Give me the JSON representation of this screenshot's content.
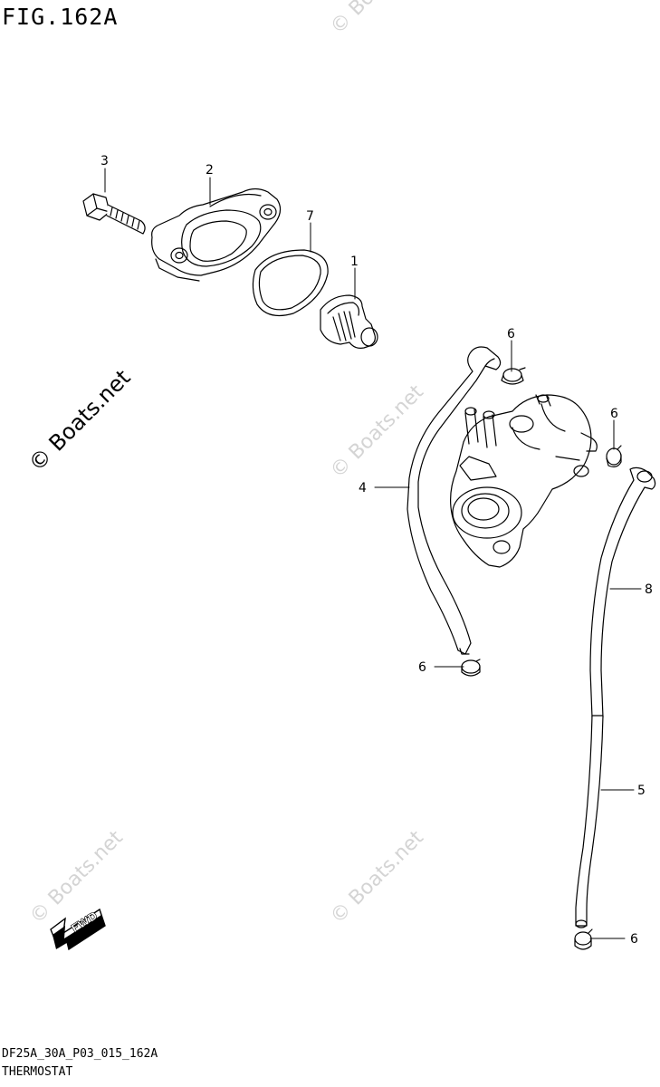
{
  "figure": {
    "title": "FIG.162A",
    "code": "DF25A_30A_P03_015_162A",
    "name": "THERMOSTAT"
  },
  "callouts": [
    "1",
    "2",
    "3",
    "4",
    "5",
    "6",
    "7",
    "8"
  ],
  "labels": {
    "p1": "1",
    "p2": "2",
    "p3": "3",
    "p4": "4",
    "p5": "5",
    "p7": "7",
    "p8": "8",
    "p6a": "6",
    "p6b": "6",
    "p6c": "6",
    "p6d": "6"
  },
  "watermark": {
    "text": "© Boats.net"
  },
  "fwd_arrow": {
    "label": "FWD"
  },
  "colors": {
    "line": "#000000",
    "watermark": "#d4d4d4"
  }
}
